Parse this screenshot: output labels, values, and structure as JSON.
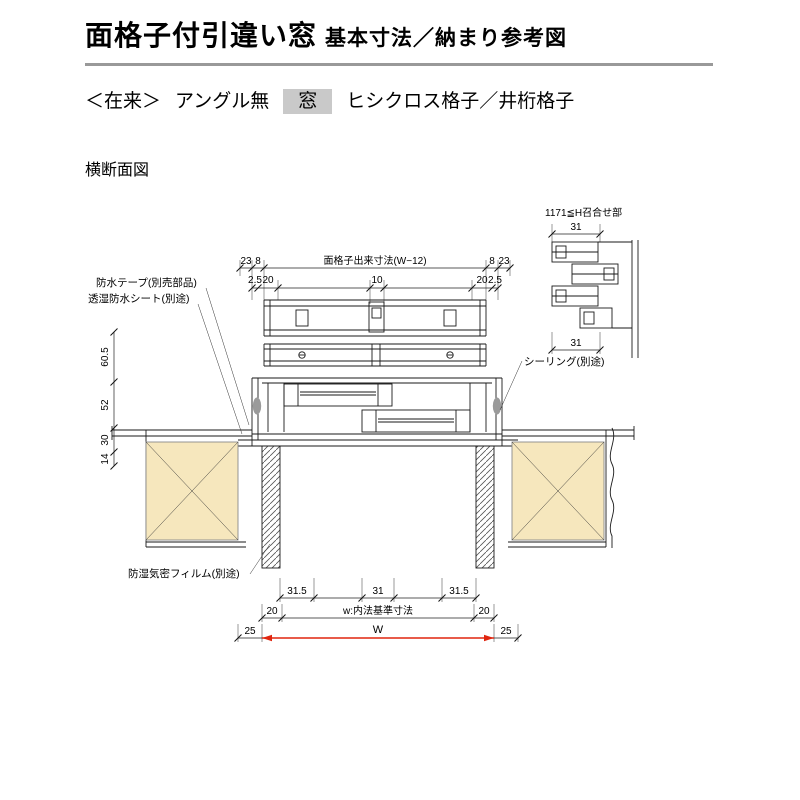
{
  "header": {
    "title_main": "面格子付引違い窓",
    "title_sub": "基本寸法／納まり参考図",
    "variant": "＜在来＞",
    "angle": "アングル無",
    "window_tag": "窓",
    "lattice_types": "ヒシクロス格子／井桁格子",
    "section_title": "横断面図"
  },
  "colors": {
    "red": "#e0250f",
    "cream": "#f6e7bd",
    "tag_bg": "#c9c9c9",
    "hatch": "#555555",
    "sealing_gray": "#9a9a9a"
  },
  "labels": {
    "waterproof_tape": "防水テープ(別売部品)",
    "moisture_sheet": "透湿防水シート(別途)",
    "sealing": "シーリング(別途)",
    "vapor_film": "防湿気密フィルム(別途)",
    "lattice_width": "面格子出来寸法(W−12)",
    "meeting_section": "1171≦H召合せ部",
    "inner_width": "w:内法基準寸法",
    "overall_width": "W"
  },
  "dims": {
    "top": {
      "left_23": "23",
      "left_8": "8",
      "right_8": "8",
      "right_23": "23",
      "l_2_5": "2.5",
      "l_20": "20",
      "c_10": "10",
      "r_20": "20",
      "r_2_5": "2.5"
    },
    "left": {
      "d1": "60.5",
      "d2": "52",
      "d3": "30",
      "d4": "14"
    },
    "bottom": {
      "left_31_5": "31.5",
      "center_31": "31",
      "right_31_5": "31.5",
      "left_20": "20",
      "right_20": "20",
      "left_25": "25",
      "right_25": "25"
    },
    "detail": {
      "top_31": "31",
      "bottom_31": "31"
    }
  }
}
